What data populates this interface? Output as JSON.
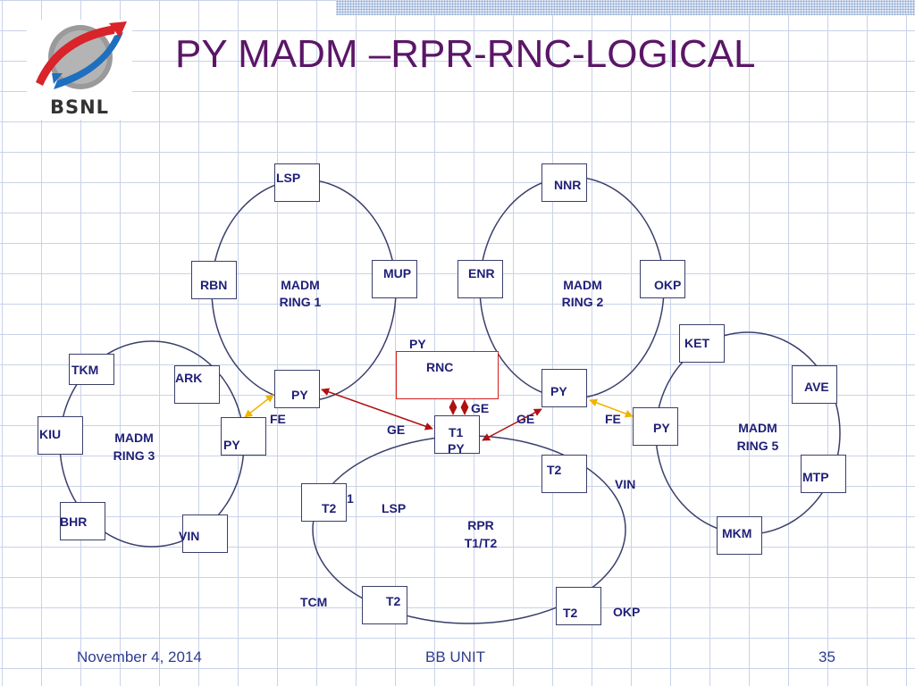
{
  "slide": {
    "title": "PY MADM –RPR-RNC-LOGICAL",
    "logo_text": "BSNL",
    "date": "November 4, 2014",
    "unit": "BB UNIT",
    "page_number": "35"
  },
  "rings": {
    "ring1": {
      "line1": "MADM",
      "line2": "RING 1",
      "nodes": [
        "LSP",
        "RBN",
        "MUP",
        "PY"
      ]
    },
    "ring2": {
      "line1": "MADM",
      "line2": "RING 2",
      "nodes": [
        "NNR",
        "ENR",
        "OKP",
        "PY"
      ]
    },
    "ring3": {
      "line1": "MADM",
      "line2": "RING 3",
      "nodes": [
        "TKM",
        "ARK",
        "KIU",
        "PY",
        "BHR",
        "VIN"
      ]
    },
    "ring5": {
      "line1": "MADM",
      "line2": "RING 5",
      "nodes": [
        "KET",
        "AVE",
        "PY",
        "MTP",
        "MKM"
      ]
    },
    "rpr": {
      "line1": "RPR",
      "line2": "T1/T2"
    }
  },
  "labels": {
    "py_top": "PY",
    "rnc": "RNC",
    "t1": "T1",
    "t1_py": "PY",
    "ge_mid": "GE",
    "ge_left": "GE",
    "ge_right": "GE",
    "fe_left": "FE",
    "fe_right": "FE",
    "t2_left": "T2",
    "t2_left_fragment": "1",
    "lsp_rpr": "LSP",
    "t2_right": "T2",
    "vin_rpr": "VIN",
    "tcm": "TCM",
    "t2_bottom_left": "T2",
    "t2_bottom_right": "T2",
    "okp_rpr": "OKP"
  },
  "colors": {
    "title": "#5b1667",
    "label": "#1f1f78",
    "ring_line": "#3a3f6b",
    "rnc_border": "#d41e1e",
    "ge_arrow": "#b01010",
    "fe_arrow": "#f0b400",
    "footer": "#2e3c8f"
  }
}
